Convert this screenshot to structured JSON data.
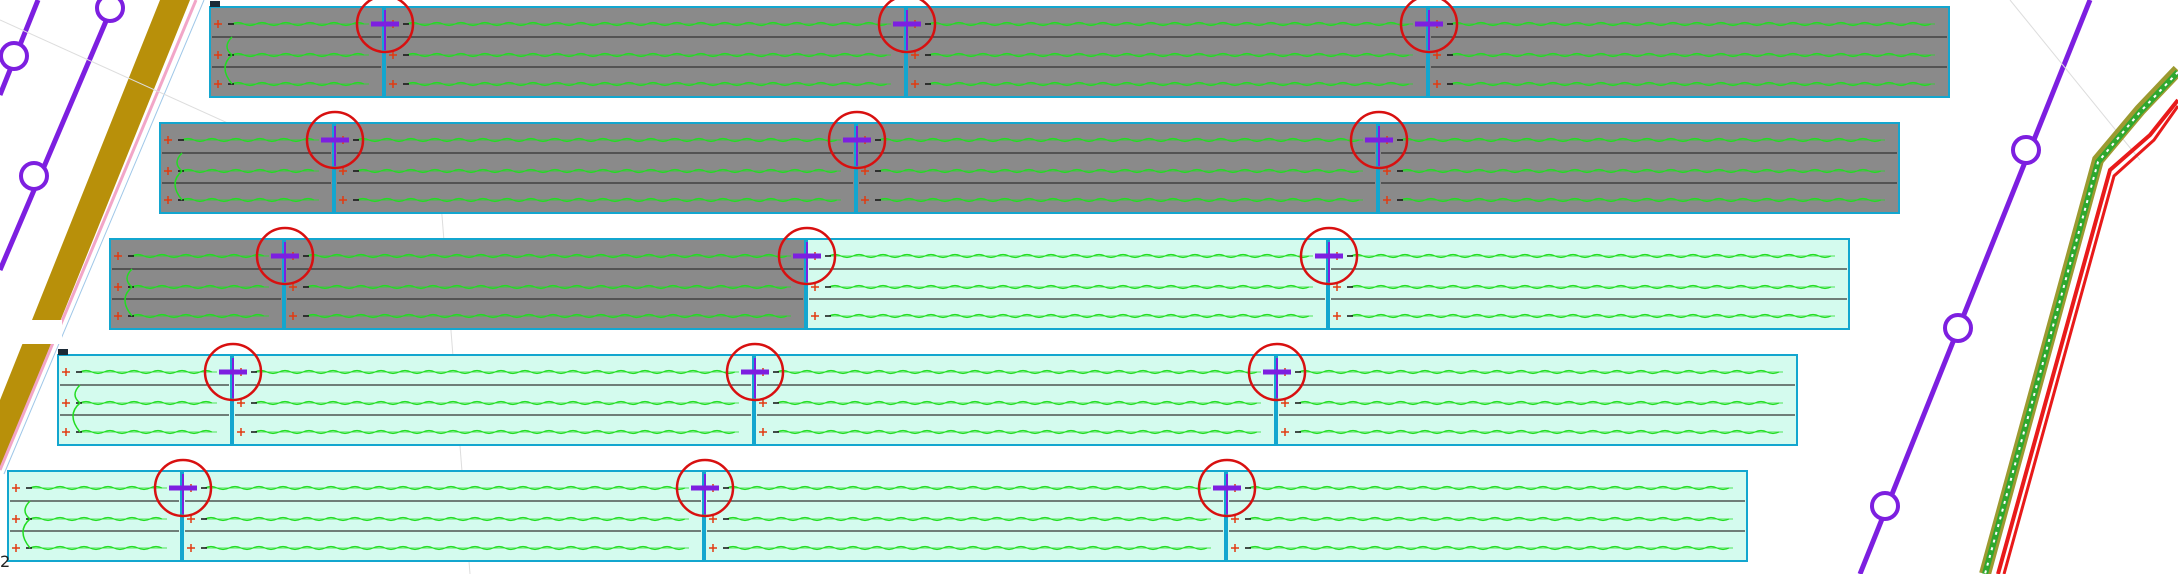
{
  "corner_number": "2",
  "colors": {
    "grey_fill": "#8a8a8a",
    "cyan_fill": "#d4fbee",
    "block_border": "#13a6cf",
    "green_track": "#22dd22",
    "divider": "#333333",
    "purple_line": "#7d1fe0",
    "gold_band": "#b8900a",
    "pink_line": "#f2a6c8",
    "red_circle": "#d81010",
    "marker_red": "#e23a10"
  },
  "rows": [
    {
      "label": "",
      "blocks": [
        "grey",
        "grey",
        "grey",
        "grey"
      ]
    },
    {
      "label": "",
      "blocks": [
        "grey",
        "grey",
        "grey",
        "grey"
      ]
    },
    {
      "label": "",
      "blocks": [
        "grey",
        "grey",
        "cyan",
        "cyan"
      ]
    },
    {
      "label": "",
      "blocks": [
        "cyan",
        "cyan",
        "cyan",
        "cyan"
      ]
    },
    {
      "label": "",
      "blocks": [
        "cyan",
        "cyan",
        "cyan",
        "cyan"
      ]
    }
  ],
  "icons": {
    "junction": "red-circle-junction-icon",
    "station": "station-ring-icon",
    "plus": "plus-marker-icon",
    "minus": "minus-marker-icon"
  }
}
